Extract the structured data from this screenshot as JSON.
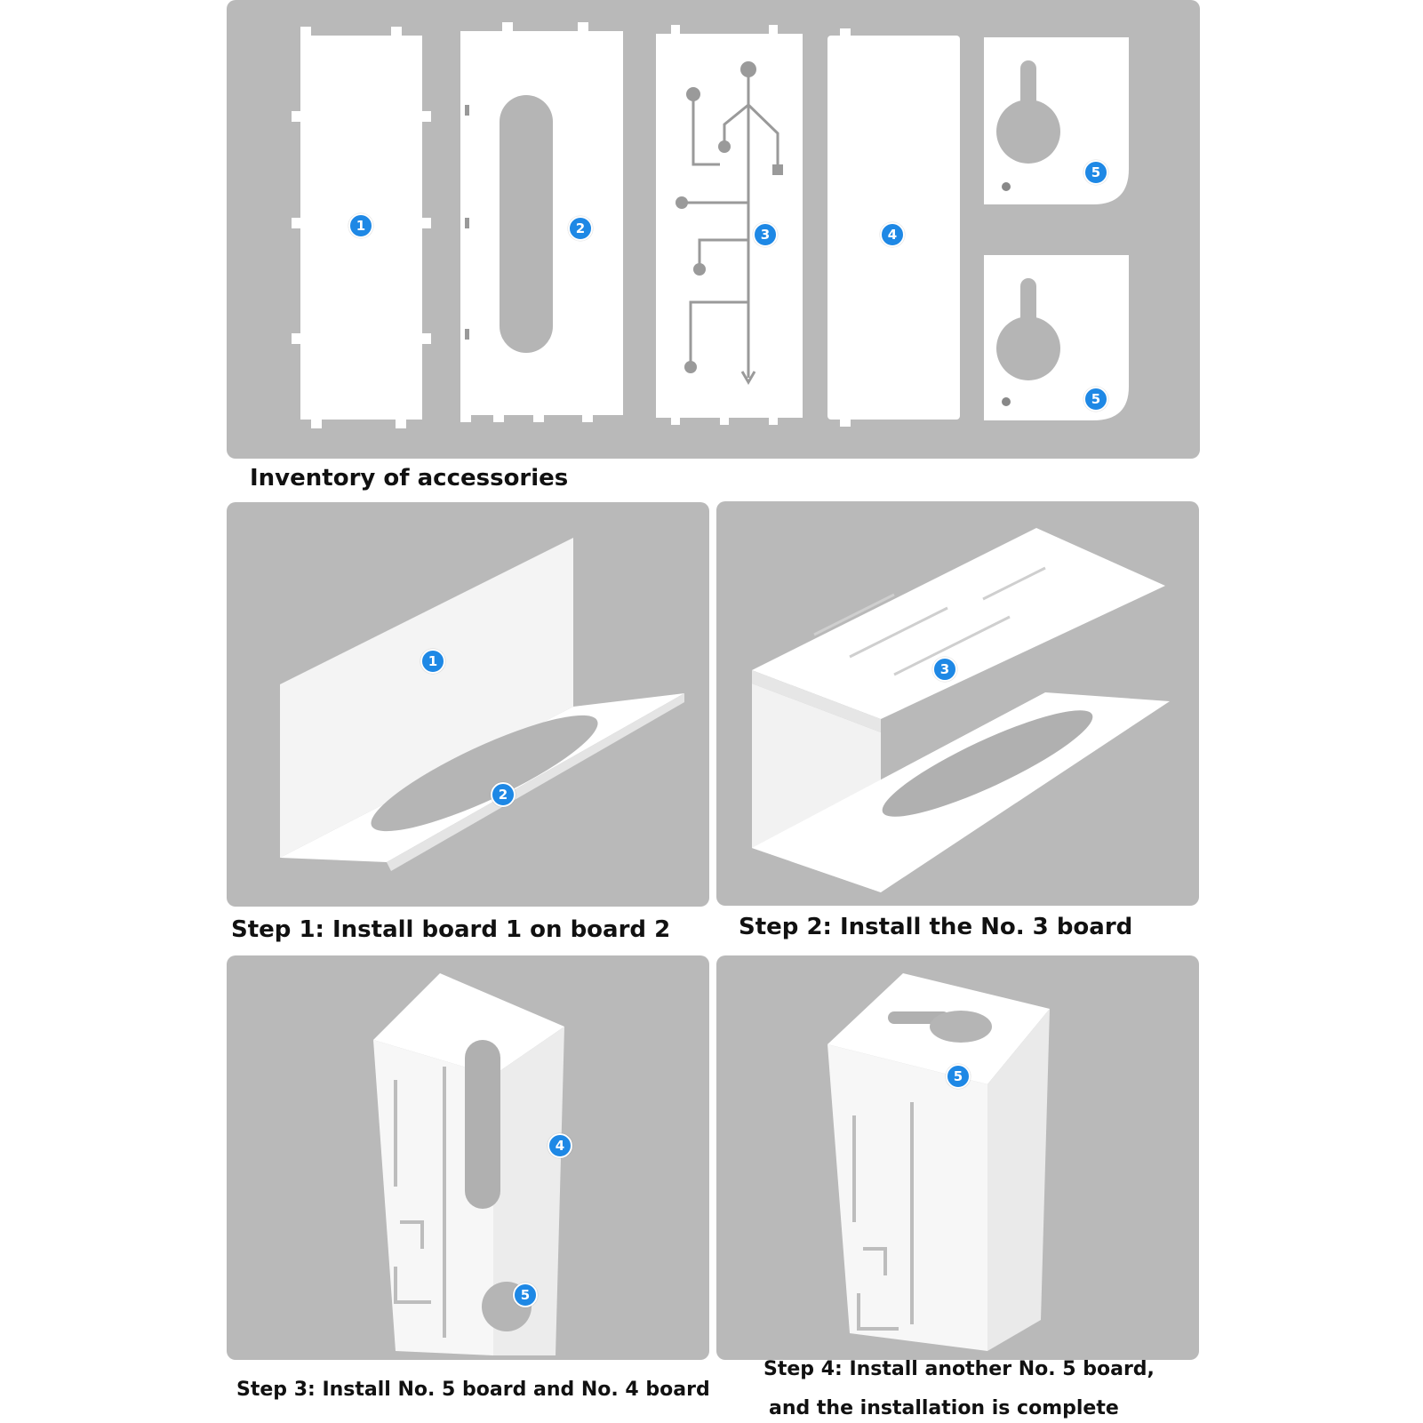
{
  "badges": {
    "b1": "1",
    "b2": "2",
    "b3": "3",
    "b4": "4",
    "b5": "5"
  },
  "captions": {
    "inventory": "Inventory of accessories",
    "step1": "Step 1: Install board 1 on board 2",
    "step2": "Step 2: Install the No. 3 board",
    "step3": "Step 3: Install No. 5 board and No. 4 board",
    "step4_line1": "Step 4: Install another No. 5 board,",
    "step4_line2": "and the installation is complete"
  },
  "colors": {
    "panel_background": "#b9b9b9",
    "board": "#ffffff",
    "badge": "#1e88e5"
  }
}
